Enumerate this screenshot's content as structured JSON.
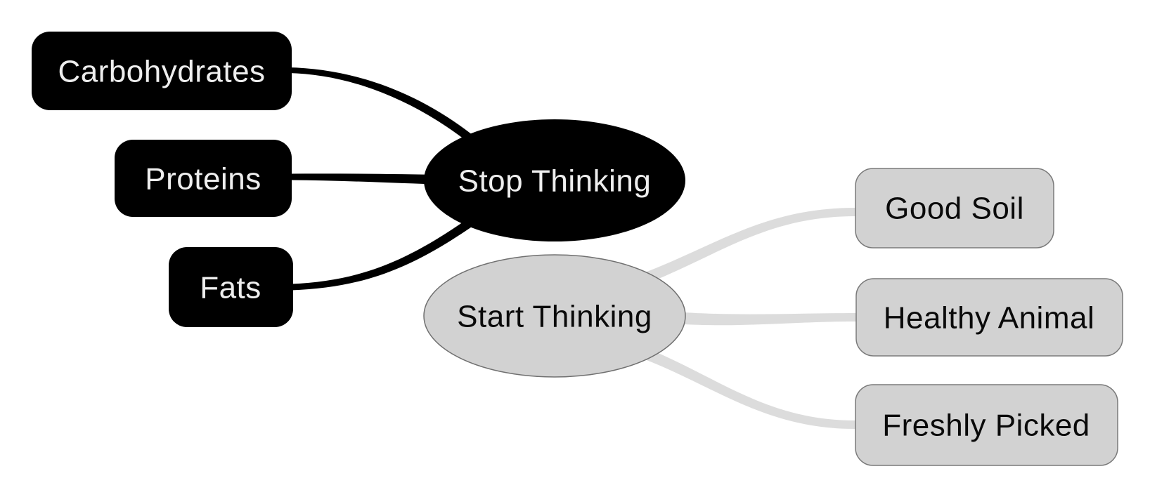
{
  "colors": {
    "background": "#ffffff",
    "stop_node_fill": "#000000",
    "stop_edge": "#000000",
    "stop_label_text": "#eeeeee",
    "start_node_fill": "#d2d2d2",
    "start_node_border": "#707070",
    "start_edge": "#dcdcdc",
    "start_label_text": "#0a0a0a"
  },
  "mindmap": {
    "stop": {
      "label": "Stop Thinking",
      "children": [
        {
          "label": "Carbohydrates"
        },
        {
          "label": "Proteins"
        },
        {
          "label": "Fats"
        }
      ]
    },
    "start": {
      "label": "Start Thinking",
      "children": [
        {
          "label": "Good Soil"
        },
        {
          "label": "Healthy Animal"
        },
        {
          "label": "Freshly Picked"
        }
      ]
    }
  }
}
